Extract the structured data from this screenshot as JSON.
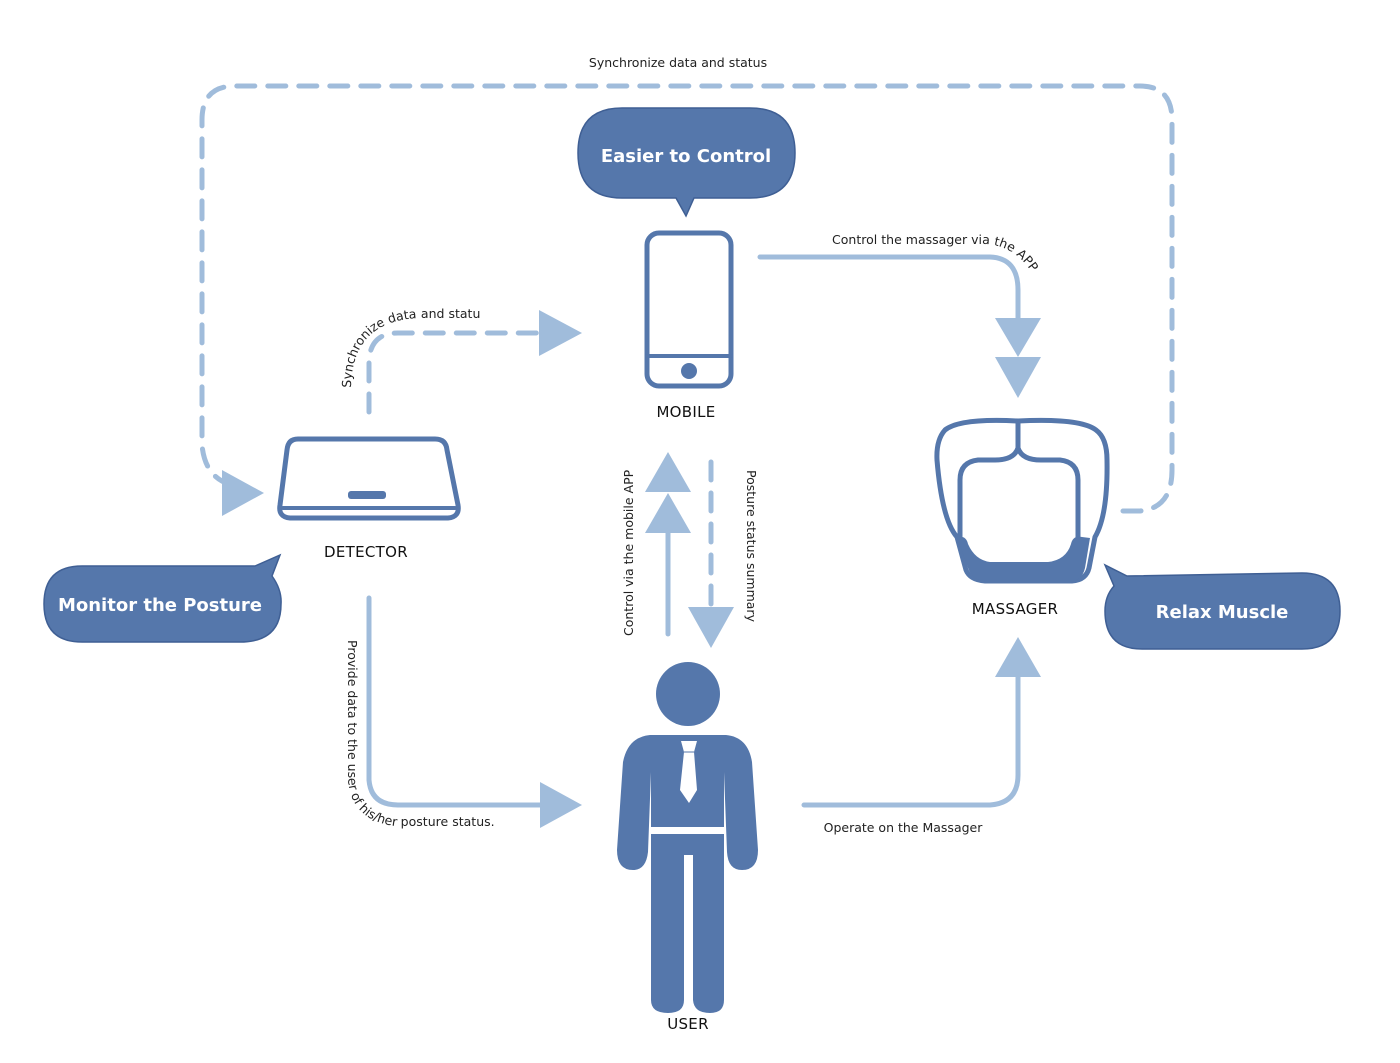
{
  "colors": {
    "accent": "#5577ab",
    "connector": "#a0bcdb",
    "text": "#222222",
    "background": "#ffffff"
  },
  "nodes": {
    "mobile": {
      "label": "MOBILE",
      "icon": "smartphone-icon"
    },
    "detector": {
      "label": "DETECTOR",
      "icon": "detector-pad-icon"
    },
    "massager": {
      "label": "MASSAGER",
      "icon": "massager-seat-icon"
    },
    "user": {
      "label": "USER",
      "icon": "businessman-icon"
    }
  },
  "bubbles": {
    "mobile": "Easier to Control",
    "detector": "Monitor the Posture",
    "massager": "Relax Muscle"
  },
  "flows": {
    "top_sync": {
      "label": "Synchronize data and status",
      "style": "dashed",
      "from": "massager",
      "to": "detector"
    },
    "detector_to_mobile": {
      "label": "Synchronize data and status.",
      "style": "dashed",
      "from": "detector",
      "to": "mobile"
    },
    "mobile_to_massager": {
      "label": "Control the massager via the APP",
      "style": "solid",
      "from": "mobile",
      "to": "massager"
    },
    "user_to_mobile": {
      "label": "Control via the mobile APP",
      "style": "solid",
      "from": "user",
      "to": "mobile"
    },
    "mobile_to_user": {
      "label": "Posture status summary",
      "style": "dashed",
      "from": "mobile",
      "to": "user"
    },
    "detector_to_user": {
      "label": "Provide data to the user of his/her posture status.",
      "style": "solid",
      "from": "detector",
      "to": "user"
    },
    "user_to_massager": {
      "label": "Operate on the Massager",
      "style": "solid",
      "from": "user",
      "to": "massager"
    }
  }
}
